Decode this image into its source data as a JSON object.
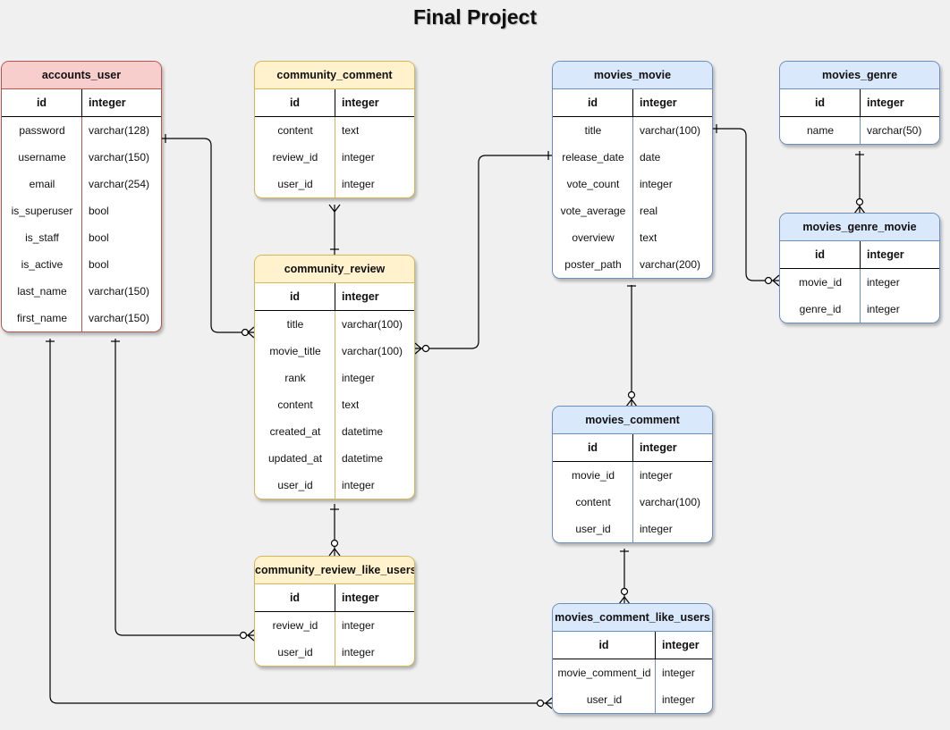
{
  "title": "Final Project",
  "tables": [
    {
      "key": "accounts_user",
      "name": "accounts_user",
      "theme": "red",
      "pk": [
        "id",
        "integer"
      ],
      "rows": [
        [
          "password",
          "varchar(128)"
        ],
        [
          "username",
          "varchar(150)"
        ],
        [
          "email",
          "varchar(254)"
        ],
        [
          "is_superuser",
          "bool"
        ],
        [
          "is_staff",
          "bool"
        ],
        [
          "is_active",
          "bool"
        ],
        [
          "last_name",
          "varchar(150)"
        ],
        [
          "first_name",
          "varchar(150)"
        ]
      ]
    },
    {
      "key": "community_comment",
      "name": "community_comment",
      "theme": "yel",
      "pk": [
        "id",
        "integer"
      ],
      "rows": [
        [
          "content",
          "text"
        ],
        [
          "review_id",
          "integer"
        ],
        [
          "user_id",
          "integer"
        ]
      ]
    },
    {
      "key": "community_review",
      "name": "community_review",
      "theme": "yel",
      "pk": [
        "id",
        "integer"
      ],
      "rows": [
        [
          "title",
          "varchar(100)"
        ],
        [
          "movie_title",
          "varchar(100)"
        ],
        [
          "rank",
          "integer"
        ],
        [
          "content",
          "text"
        ],
        [
          "created_at",
          "datetime"
        ],
        [
          "updated_at",
          "datetime"
        ],
        [
          "user_id",
          "integer"
        ]
      ]
    },
    {
      "key": "community_review_like_users",
      "name": "community_review_like_users",
      "theme": "yel",
      "pk": [
        "id",
        "integer"
      ],
      "rows": [
        [
          "review_id",
          "integer"
        ],
        [
          "user_id",
          "integer"
        ]
      ]
    },
    {
      "key": "movies_movie",
      "name": "movies_movie",
      "theme": "blu",
      "pk": [
        "id",
        "integer"
      ],
      "rows": [
        [
          "title",
          "varchar(100)"
        ],
        [
          "release_date",
          "date"
        ],
        [
          "vote_count",
          "integer"
        ],
        [
          "vote_average",
          "real"
        ],
        [
          "overview",
          "text"
        ],
        [
          "poster_path",
          "varchar(200)"
        ]
      ]
    },
    {
      "key": "movies_genre",
      "name": "movies_genre",
      "theme": "blu",
      "pk": [
        "id",
        "integer"
      ],
      "rows": [
        [
          "name",
          "varchar(50)"
        ]
      ]
    },
    {
      "key": "movies_genre_movie",
      "name": "movies_genre_movie",
      "theme": "blu",
      "pk": [
        "id",
        "integer"
      ],
      "rows": [
        [
          "movie_id",
          "integer"
        ],
        [
          "genre_id",
          "integer"
        ]
      ]
    },
    {
      "key": "movies_comment",
      "name": "movies_comment",
      "theme": "blu",
      "pk": [
        "id",
        "integer"
      ],
      "rows": [
        [
          "movie_id",
          "integer"
        ],
        [
          "content",
          "varchar(100)"
        ],
        [
          "user_id",
          "integer"
        ]
      ]
    },
    {
      "key": "movies_comment_like_users",
      "name": "movies_comment_like_users",
      "theme": "blu",
      "pk": [
        "id",
        "integer"
      ],
      "rows": [
        [
          "movie_comment_id",
          "integer"
        ],
        [
          "user_id",
          "integer"
        ]
      ]
    }
  ],
  "relationships": [
    {
      "from": "accounts_user",
      "to": "community_review",
      "type": "one-to-many"
    },
    {
      "from": "community_review",
      "to": "community_comment",
      "type": "one-to-many"
    },
    {
      "from": "movies_movie",
      "to": "community_review",
      "type": "one-to-many"
    },
    {
      "from": "community_review",
      "to": "community_review_like_users",
      "type": "one-to-many"
    },
    {
      "from": "accounts_user",
      "to": "community_review_like_users",
      "type": "one-to-many"
    },
    {
      "from": "movies_movie",
      "to": "movies_genre_movie",
      "type": "one-to-many"
    },
    {
      "from": "movies_genre",
      "to": "movies_genre_movie",
      "type": "one-to-many"
    },
    {
      "from": "movies_movie",
      "to": "movies_comment",
      "type": "one-to-many"
    },
    {
      "from": "movies_comment",
      "to": "movies_comment_like_users",
      "type": "one-to-many"
    },
    {
      "from": "accounts_user",
      "to": "movies_comment_like_users",
      "type": "one-to-many"
    }
  ]
}
